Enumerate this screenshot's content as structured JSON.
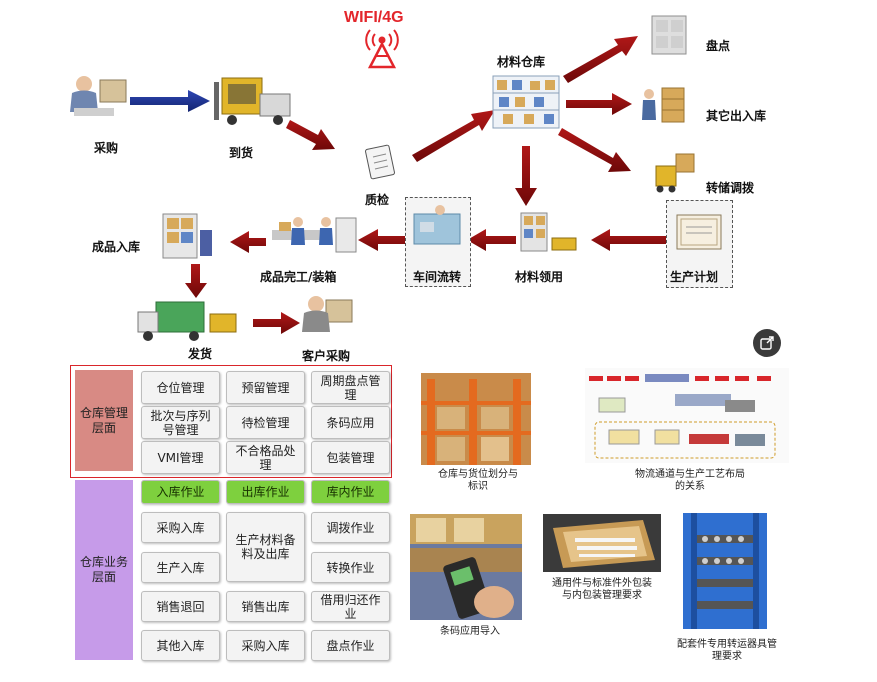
{
  "wifi_label": "WIFI/4G",
  "flow": {
    "purchase": "采购",
    "arrival": "到货",
    "inspection": "质检",
    "warehouse": "材料仓库",
    "stocktake": "盘点",
    "other_io": "其它出入库",
    "transfer": "转储调拨",
    "production_plan": "生产计划",
    "material_pick": "材料领用",
    "workshop_flow": "车间流转",
    "finished_packing": "成品完工/装箱",
    "finished_in": "成品入库",
    "shipping": "发货",
    "customer_purchase": "客户采购"
  },
  "mgmt": {
    "title": "仓库管理\n层面",
    "cells": [
      "仓位管理",
      "预留管理",
      "周期盘点管\n理",
      "批次与序列\n号管理",
      "待检管理",
      "条码应用",
      "VMI管理",
      "不合格品处\n理",
      "包装管理"
    ]
  },
  "ops": {
    "title": "仓库业务\n层面",
    "headers": [
      "入库作业",
      "出库作业",
      "库内作业"
    ],
    "col1": [
      "采购入库",
      "生产入库",
      "销售退回",
      "其他入库"
    ],
    "col2_merged": "生产材料备\n料及出库",
    "col2": [
      "销售出库",
      "采购入库"
    ],
    "col3": [
      "调拨作业",
      "转换作业",
      "借用归还作\n业",
      "盘点作业"
    ]
  },
  "captions": {
    "slot": "仓库与货位划分与\n标识",
    "logistics": "物流通道与生产工艺布局\n的关系",
    "barcode": "条码应用导入",
    "packaging": "通用件与标准件外包装\n与内包装管理要求",
    "kit": "配套件专用转运器具管\n理要求"
  },
  "colors": {
    "arrow_red": "#8b0d0d",
    "arrow_blue": "#1a2f8a",
    "mgmt_side": "#d88a84",
    "ops_side": "#c69be9",
    "green": "#7ed03e",
    "border_red": "#d9262b"
  }
}
